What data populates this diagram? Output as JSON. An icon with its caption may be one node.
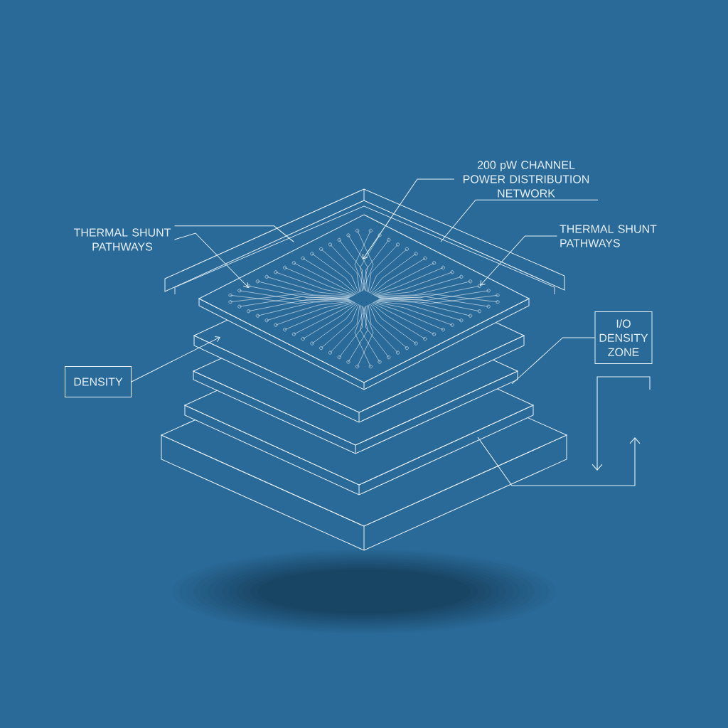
{
  "diagram": {
    "nodes": [
      {
        "text": [
          "THERMAL SHUNT PATHWAYS"
        ]
      },
      {
        "text": [
          "200 pW CHANNEL POWER DISTRIBUTION NETWORK"
        ]
      },
      {
        "text": [
          "THERMAL SHUNT PATHWAYS"
        ]
      },
      {
        "text": [
          "DENSITY"
        ]
      },
      {
        "text": [
          "I/O DENSITY ZONE"
        ]
      }
    ],
    "edges": [
      {
        "from": 0,
        "to": null,
        "arrow": "to"
      },
      {
        "from": 1,
        "to": null,
        "arrow": "to"
      },
      {
        "from": 2,
        "to": null,
        "arrow": "to"
      },
      {
        "from": 3,
        "to": null,
        "arrow": "to"
      },
      {
        "from": 4,
        "to": null,
        "arrow": "none"
      },
      {
        "from": 0,
        "to": null,
        "arrow": "none"
      },
      {
        "from": 1,
        "to": null,
        "arrow": "none"
      }
    ]
  }
}
